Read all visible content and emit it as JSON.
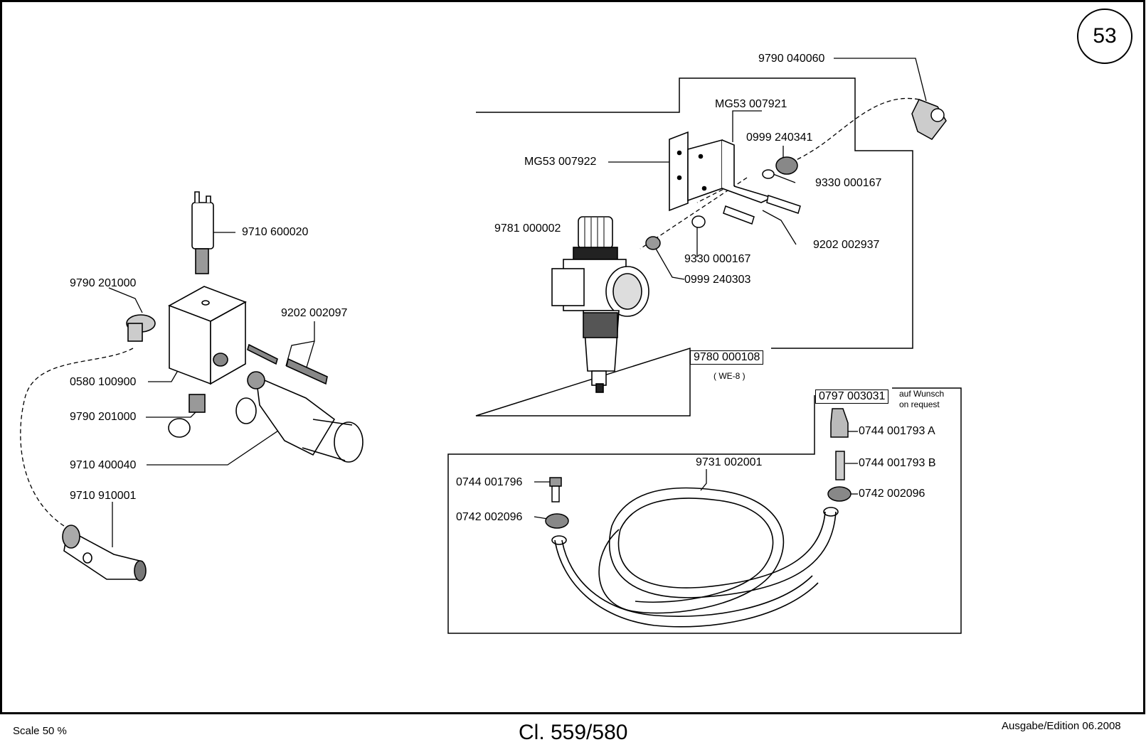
{
  "page_number": "53",
  "parts": {
    "p9790_040060": "9790 040060",
    "pMG53_007921": "MG53 007921",
    "p0999_240341": "0999 240341",
    "pMG53_007922": "MG53 007922",
    "p9330_000167_a": "9330 000167",
    "p9781_000002": "9781 000002",
    "p9330_000167_b": "9330 000167",
    "p9202_002937": "9202 002937",
    "p0999_240303": "0999 240303",
    "p9780_000108": "9780 000108",
    "we8": "( WE-8 )",
    "p9710_600020": "9710 600020",
    "p9790_201000_a": "9790 201000",
    "p9202_002097": "9202 002097",
    "p0580_100900": "0580 100900",
    "p9790_201000_b": "9790 201000",
    "p9710_400040": "9710 400040",
    "p9710_910001": "9710 910001",
    "p0797_003031": "0797 003031",
    "auf_wunsch": "auf Wunsch",
    "on_request": "on request",
    "p0744_001793_A": "0744 001793 A",
    "p9731_002001": "9731 002001",
    "p0744_001793_B": "0744 001793 B",
    "p0744_001796": "0744 001796",
    "p0742_002096_a": "0742 002096",
    "p0742_002096_b": "0742 002096"
  },
  "footer": {
    "scale": "Scale 50 %",
    "model": "Cl. 559/580",
    "edition": "Ausgabe/Edition 06.2008"
  }
}
